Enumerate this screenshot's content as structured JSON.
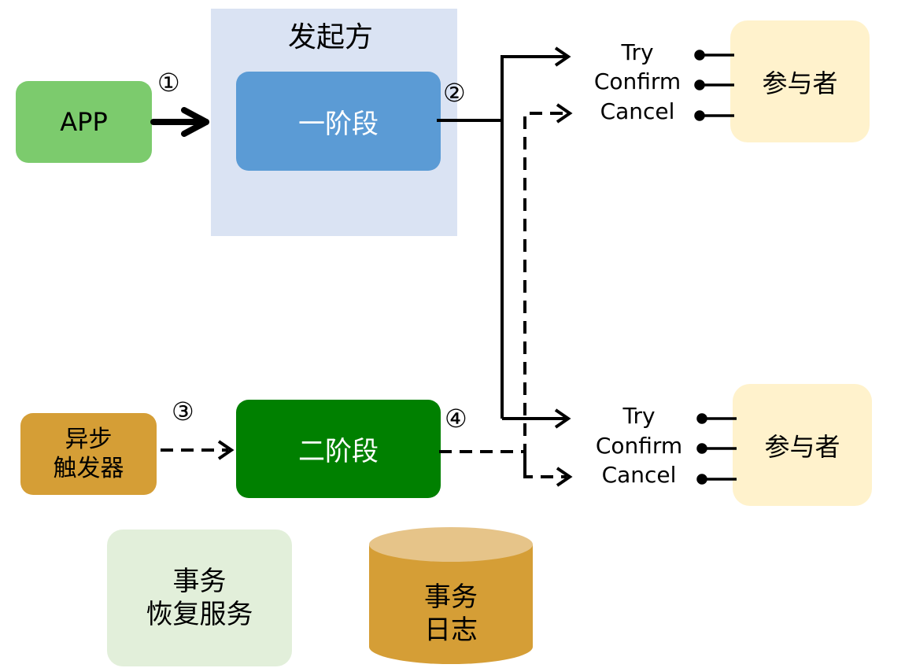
{
  "initiator": {
    "title": "发起方",
    "fill": "#dae3f3"
  },
  "app": {
    "label": "APP",
    "fill": "#7ccb6d"
  },
  "phase_one": {
    "label": "一阶段",
    "fill": "#5b9bd5"
  },
  "phase_two": {
    "label": "二阶段",
    "fill": "#008000"
  },
  "async_trigger": {
    "line1": "异步",
    "line2": "触发器",
    "fill": "#d59e36"
  },
  "recovery_service": {
    "line1": "事务",
    "line2": "恢复服务",
    "fill": "#e2efda"
  },
  "tx_log": {
    "line1": "事务",
    "line2": "日志",
    "fill": "#d59e36",
    "top_fill": "#e6c489"
  },
  "steps": {
    "s1": "①",
    "s2": "②",
    "s3": "③",
    "s4": "④"
  },
  "participant_top": {
    "label": "参与者",
    "fill": "#fff2cc",
    "ops": [
      "Try",
      "Confirm",
      "Cancel"
    ]
  },
  "participant_bottom": {
    "label": "参与者",
    "fill": "#fff2cc",
    "ops": [
      "Try",
      "Confirm",
      "Cancel"
    ]
  }
}
